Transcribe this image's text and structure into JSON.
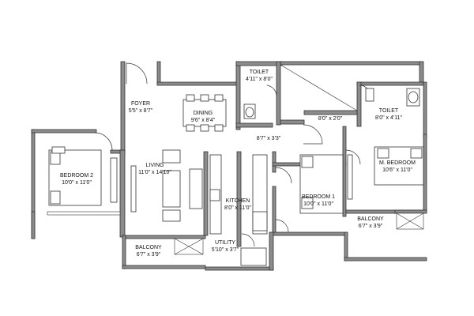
{
  "rooms": {
    "toilet1": {
      "name": "TOILET",
      "dims": "4'11\" x 8'0\""
    },
    "foyer": {
      "name": "FOYER",
      "dims": "5'5\" x 8'7\""
    },
    "dining": {
      "name": "DINING",
      "dims": "9'6\" x 8'4\""
    },
    "passage1": {
      "dims": "8'0\" x 2'0\""
    },
    "toilet2": {
      "name": "TOILET",
      "dims": "8'0\" x 4'11\""
    },
    "passage2": {
      "dims": "8'7\" x 3'3\""
    },
    "bedroom2": {
      "name": "BEDROOM 2",
      "dims": "10'0\" x 11'0\""
    },
    "living": {
      "name": "LIVING",
      "dims": "11'0\" x 14'10\""
    },
    "mbedroom": {
      "name": "M. BEDROOM",
      "dims": "10'6\" x 11'0\""
    },
    "kitchen": {
      "name": "KITCHEN",
      "dims": "8'0\" x 11'0\""
    },
    "bedroom1": {
      "name": "BEDROOM 1",
      "dims": "10'0\" x 11'0\""
    },
    "balcony1": {
      "name": "BALCONY",
      "dims": "6'7\" x 3'9\""
    },
    "utility": {
      "name": "UTILITY",
      "dims": "5'10\" x 3'7\""
    },
    "balcony2": {
      "name": "BALCONY",
      "dims": "6'7\" x 3'9\""
    }
  }
}
